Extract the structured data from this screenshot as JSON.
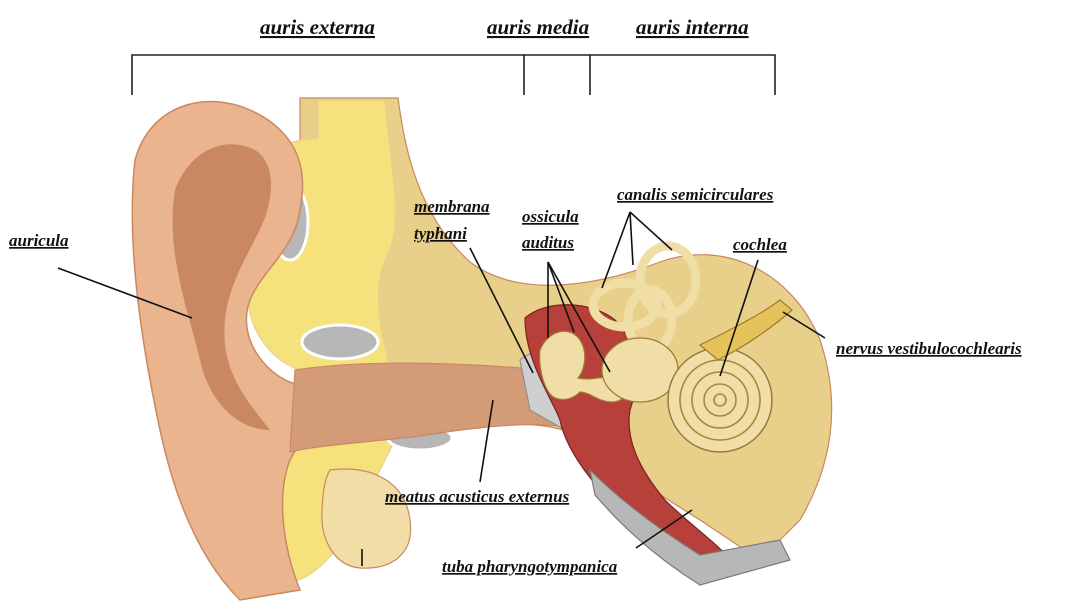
{
  "sections": {
    "outer": "auris externa",
    "middle": "auris media",
    "inner": "auris interna"
  },
  "labels": {
    "auricula": "auricula",
    "membrana_line1": "membrana",
    "membrana_line2": "typhani",
    "ossicula_line1": "ossicula",
    "ossicula_line2": "auditus",
    "canalis": "canalis semicirculares",
    "cochlea": "cochlea",
    "nervus": "nervus vestibulocochlearis",
    "meatus": "meatus acusticus externus",
    "tuba": "tuba pharyngotympanica"
  },
  "colors": {
    "skin": "#e9b48e",
    "skin_dark": "#c98862",
    "bone": "#e8cf8a",
    "bone_light": "#f1dea6",
    "fat": "#f6e27c",
    "canal": "#d49b78",
    "cavity_red": "#b8403a",
    "cartilage_grey": "#b7b7b7",
    "nerve": "#e6c25a"
  }
}
